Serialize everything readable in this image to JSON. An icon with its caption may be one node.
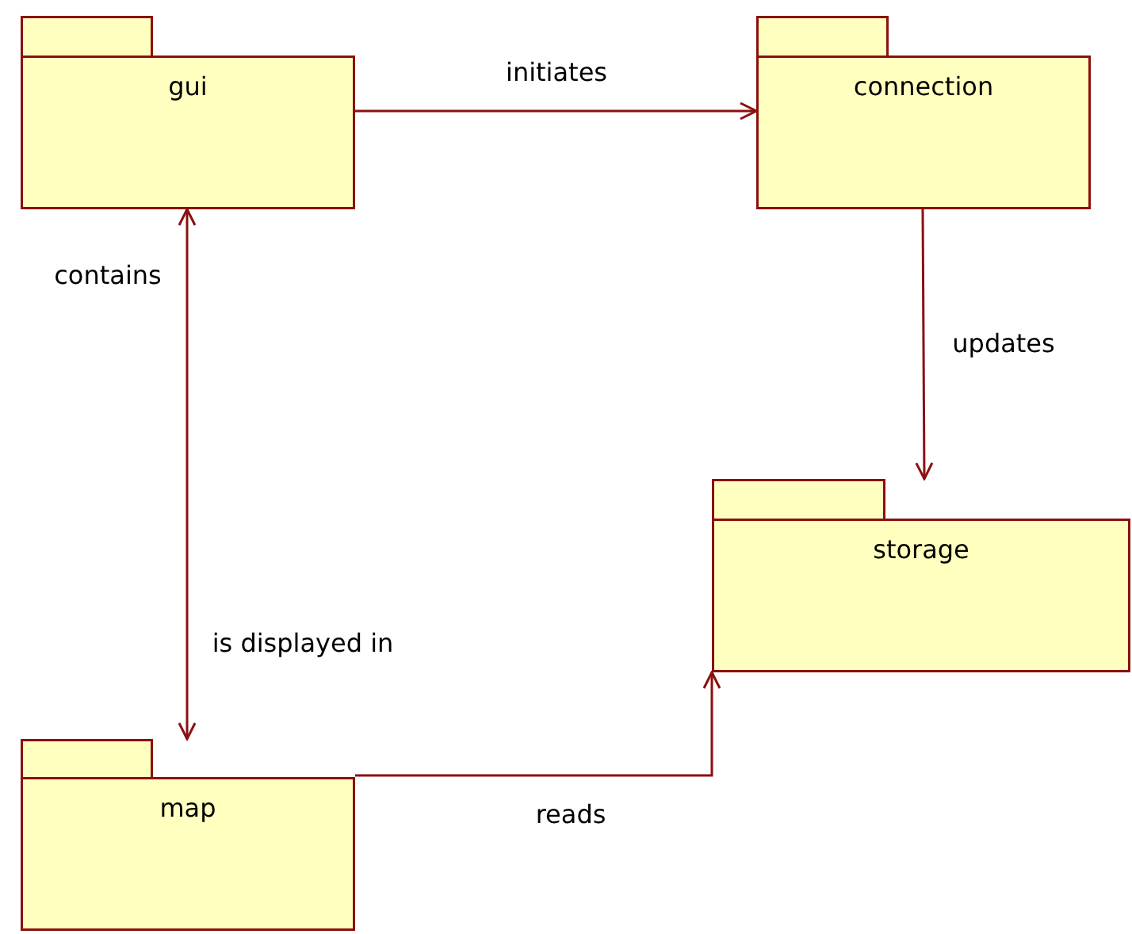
{
  "diagram": {
    "nodes": [
      {
        "text": [
          "gui"
        ]
      },
      {
        "text": [
          "connection"
        ]
      },
      {
        "text": [
          "storage"
        ]
      },
      {
        "text": [
          "map"
        ]
      }
    ],
    "edges": [
      {
        "from": 0,
        "to": 1,
        "arrow": "to",
        "label": "initiates"
      },
      {
        "from": 1,
        "to": 2,
        "arrow": "to",
        "label": "updates"
      },
      {
        "from": 0,
        "to": 3,
        "arrow": "both"
      },
      {
        "from": 3,
        "to": 2,
        "arrow": "to",
        "label": "reads"
      }
    ],
    "labels": [
      "contains",
      "is displayed in"
    ]
  }
}
